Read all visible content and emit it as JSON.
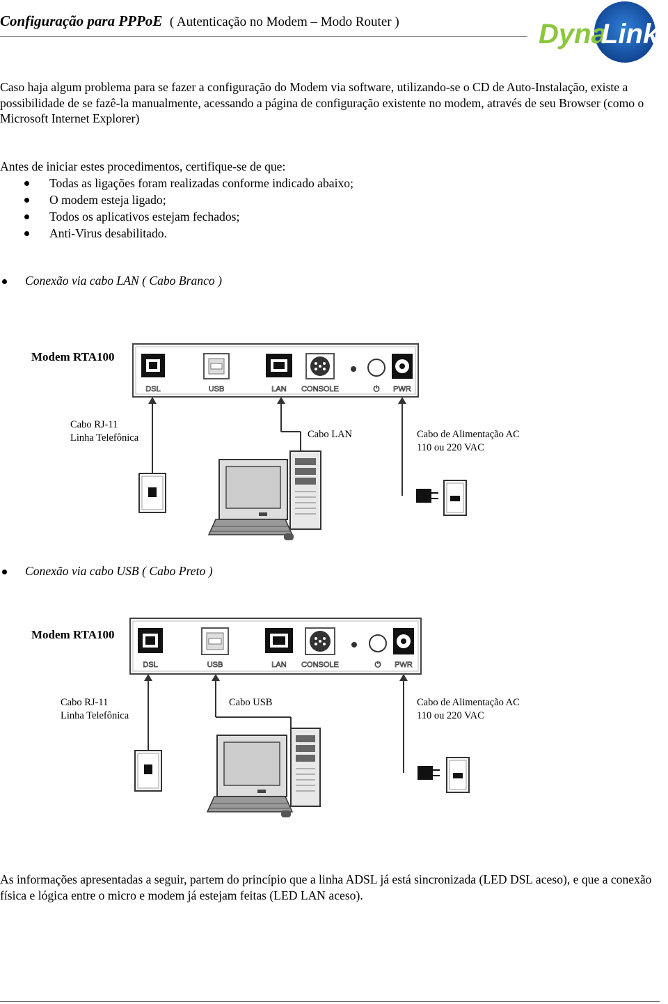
{
  "header": {
    "title": "Configuração para PPPoE",
    "subtitle": "( Autenticação no Modem – Modo Router )",
    "logo_text_a": "Dyna",
    "logo_text_b": "Link"
  },
  "intro": "Caso haja algum problema para se fazer a configuração do Modem via software, utilizando-se o CD de Auto-Instalação, existe a possibilidade de se fazê-la manualmente, acessando a página de configuração existente no modem, através de seu Browser (como o Microsoft Internet Explorer)",
  "prereq": {
    "lead": "Antes de iniciar estes procedimentos, certifique-se de que:",
    "items": [
      "Todas as ligações foram realizadas conforme indicado abaixo;",
      "O modem esteja ligado;",
      "Todos os aplicativos estejam fechados;",
      "Anti-Virus desabilitado."
    ]
  },
  "sections": [
    {
      "heading": "Conexão via cabo LAN ( Cabo Branco )",
      "modem_label": "Modem RTA100",
      "ports": [
        "DSL",
        "USB",
        "LAN",
        "CONSOLE",
        "PWR"
      ],
      "cable_phone": [
        "Cabo RJ-11",
        "Linha Telefônica"
      ],
      "cable_pc": "Cabo LAN",
      "cable_power": [
        "Cabo de Alimentação AC",
        "110 ou 220 VAC"
      ]
    },
    {
      "heading": "Conexão via cabo USB ( Cabo Preto )",
      "modem_label": "Modem RTA100",
      "ports": [
        "DSL",
        "USB",
        "LAN",
        "CONSOLE",
        "PWR"
      ],
      "cable_phone": [
        "Cabo RJ-11",
        "Linha Telefônica"
      ],
      "cable_pc": "Cabo USB",
      "cable_power": [
        "Cabo de Alimentação AC",
        "110 ou 220 VAC"
      ]
    }
  ],
  "closing": "As informações apresentadas a seguir, partem do princípio que a linha ADSL já está sincronizada (LED DSL aceso), e que a conexão física e lógica entre o micro e modem já estejam feitas (LED LAN aceso).",
  "colors": {
    "logo_green": "#8cc63f",
    "logo_blue": "#1f5fae"
  }
}
